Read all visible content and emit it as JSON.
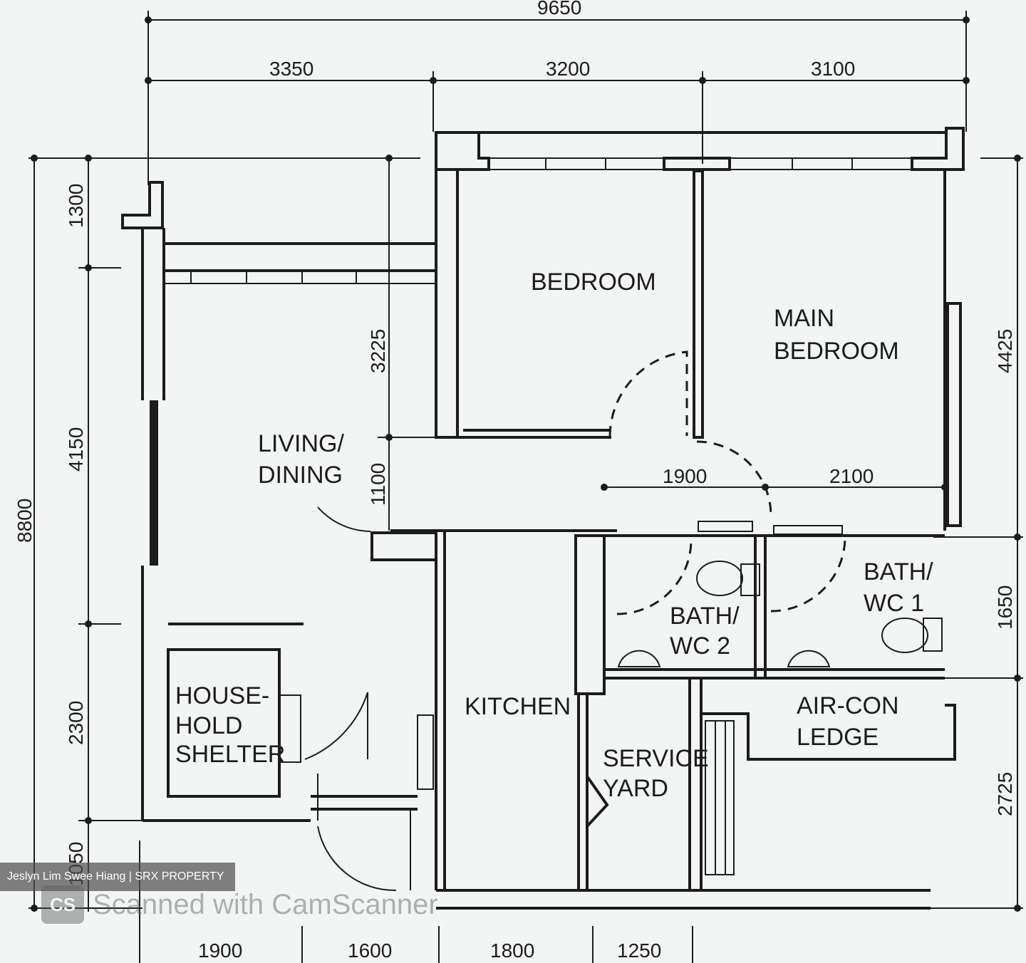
{
  "plan": {
    "rooms": {
      "bedroom": "BEDROOM",
      "main_bedroom_l1": "MAIN",
      "main_bedroom_l2": "BEDROOM",
      "living_l1": "LIVING/",
      "living_l2": "DINING",
      "bath2_l1": "BATH/",
      "bath2_l2": "WC 2",
      "bath1_l1": "BATH/",
      "bath1_l2": "WC 1",
      "kitchen": "KITCHEN",
      "service_l1": "SERVICE",
      "service_l2": "YARD",
      "aircon_l1": "AIR-CON",
      "aircon_l2": "LEDGE",
      "shelter_l1": "HOUSE-",
      "shelter_l2": "HOLD",
      "shelter_l3": "SHELTER"
    },
    "dimensions": {
      "top_total": "9650",
      "top_1": "3350",
      "top_2": "3200",
      "top_3": "3100",
      "inner_1": "1900",
      "inner_2": "2100",
      "left_total": "8800",
      "left_1": "1300",
      "left_2": "4150",
      "left_3": "2300",
      "left_4": "1050",
      "mid_1": "3225",
      "mid_2": "1100",
      "right_1": "4425",
      "right_2": "1650",
      "right_3": "2725",
      "bottom_1": "1900",
      "bottom_2": "1600",
      "bottom_3": "1800",
      "bottom_4": "1250"
    }
  },
  "credit": {
    "text": "Jeslyn Lim Swee Hiang | SRX PROPERTY"
  },
  "watermark": {
    "logo": "CS",
    "text": "Scanned with CamScanner"
  }
}
